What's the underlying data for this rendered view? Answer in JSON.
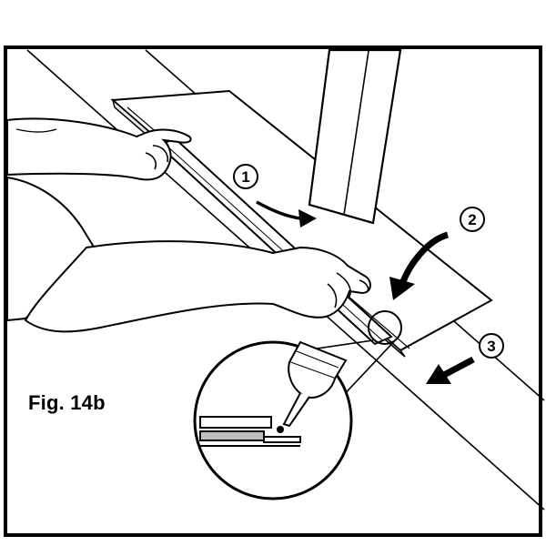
{
  "figure": {
    "label": "Fig. 14b"
  },
  "steps": [
    {
      "number": "1"
    },
    {
      "number": "2"
    },
    {
      "number": "3"
    }
  ],
  "colors": {
    "ink": "#000000",
    "paper": "#ffffff",
    "plank_gray": "#e6e6e6",
    "hatch_gray": "#bfbfbf"
  },
  "icons": {
    "arrow": "curved-arrow",
    "glue_bottle": "glue-bottle-nozzle"
  }
}
